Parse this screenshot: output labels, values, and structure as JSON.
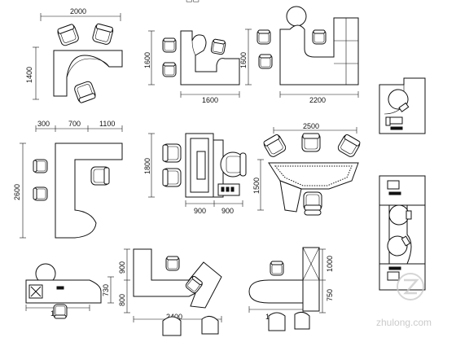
{
  "dimensions": {
    "top_left_width": "2000",
    "top_left_height": "1400",
    "top_mid_height": "1600",
    "top_mid_width": "1600",
    "top_right_height": "1600",
    "top_right_width": "2200",
    "mid_left_w1": "300",
    "mid_left_w2": "700",
    "mid_left_w3": "1100",
    "mid_left_height": "2600",
    "center_height": "1800",
    "center_w1": "900",
    "center_w2": "900",
    "reception_width": "2500",
    "reception_height": "1500",
    "bottom_mid_h1": "900",
    "bottom_mid_h2": "800",
    "bottom_mid_width": "2400",
    "bottom_left_height": "730",
    "bottom_left_width": "1800",
    "bottom_right_h1": "1000",
    "bottom_right_h2": "750",
    "bottom_right_width": "1800"
  },
  "watermark": {
    "text": "zhulong.com"
  }
}
